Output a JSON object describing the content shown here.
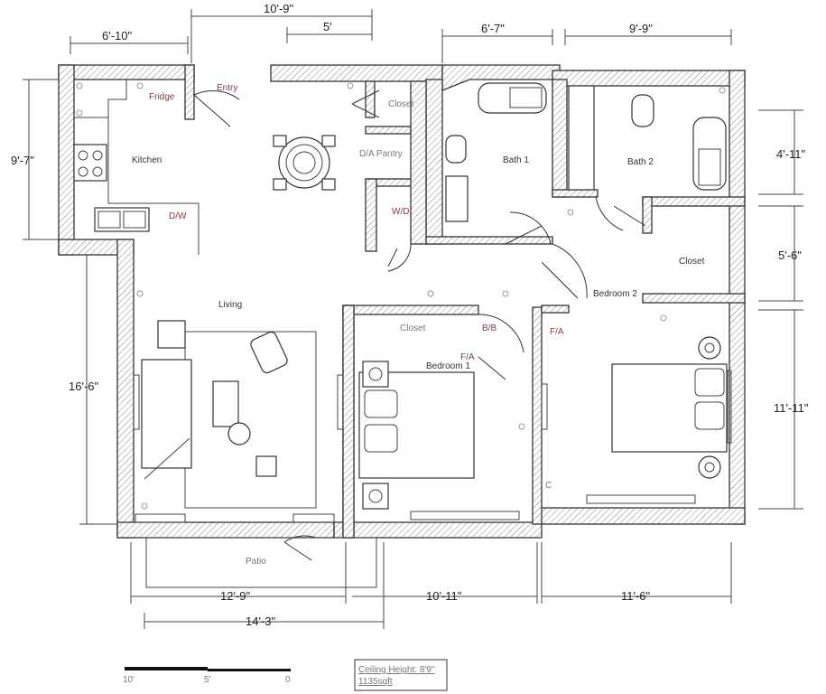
{
  "dimensions": {
    "top_kitchen": "6'-10\"",
    "top_entry": "10'-9\"",
    "top_closet": "5'",
    "top_bath1": "6'-7\"",
    "top_bath2": "9'-9\"",
    "left_kitchen": "9'-7\"",
    "left_living": "16'-6\"",
    "right_bath2": "4'-11\"",
    "right_closet": "5'-6\"",
    "right_bedroom2": "11'-11\"",
    "bottom_living": "12'-9\"",
    "bottom_bedroom1": "10'-11\"",
    "bottom_bedroom2": "11'-6\"",
    "bottom_patio": "14'-3\""
  },
  "rooms": {
    "kitchen": "Kitchen",
    "entry": "Entry",
    "living": "Living",
    "bath1": "Bath 1",
    "bath2": "Bath 2",
    "bedroom1": "Bedroom 1",
    "bedroom2": "Bedroom 2",
    "patio": "Patio",
    "closet_entry": "Closet",
    "closet_bed2": "Closet",
    "closet_bed1": "Closet"
  },
  "fixtures": {
    "fridge": "Fridge",
    "dw": "D/W",
    "pantry": "D/A Pantry",
    "wd": "W/D",
    "bb": "B/B",
    "fa1": "F/A",
    "fa2": "F/A",
    "c": "C"
  },
  "scale": {
    "ten": "10'",
    "five": "5'",
    "zero": "0"
  },
  "info": {
    "ceiling": "Ceiling Height: 8'9\"",
    "area": "1135sqft"
  }
}
